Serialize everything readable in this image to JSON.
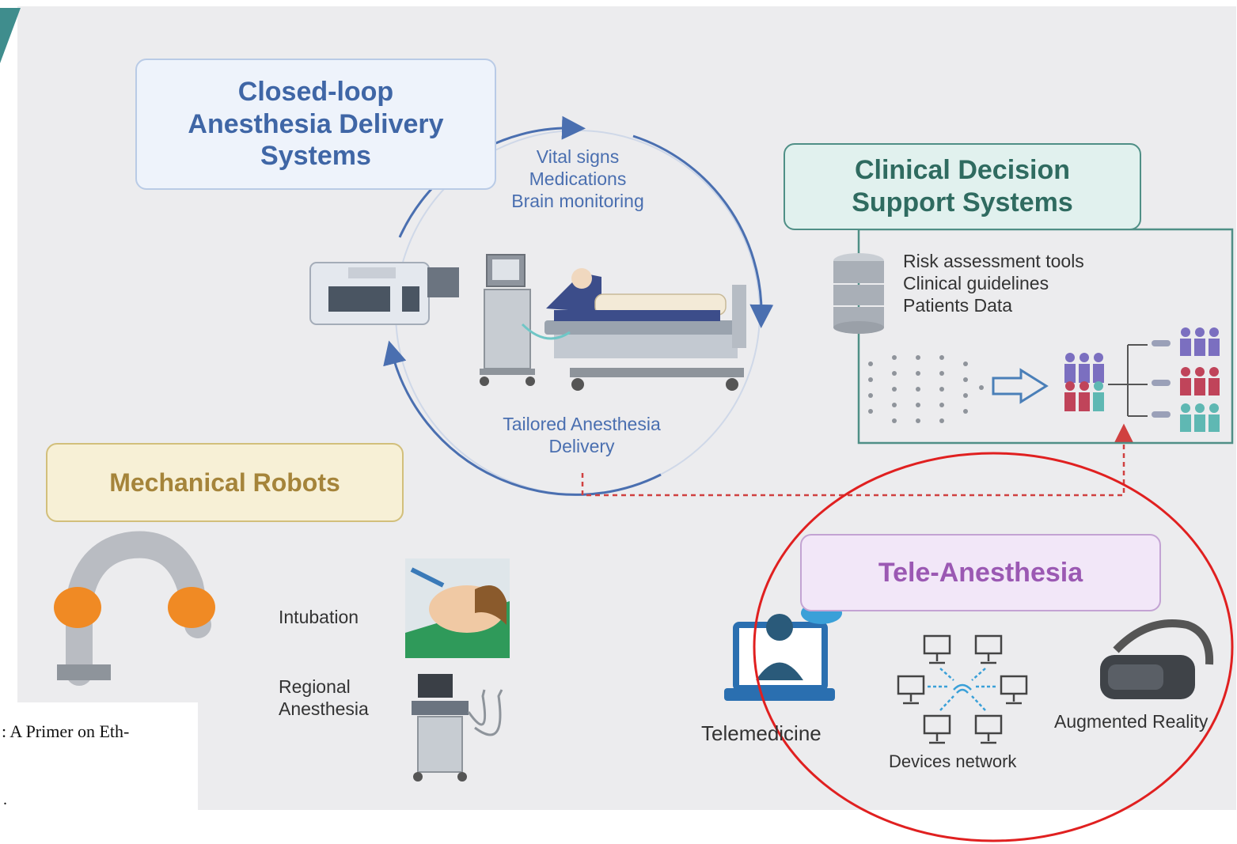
{
  "diagram": {
    "closed_loop_title": "Closed-loop\nAnesthesia Delivery\nSystems",
    "loop_inputs": "Vital signs\nMedications\nBrain monitoring",
    "loop_output": "Tailored Anesthesia\nDelivery",
    "cds_title": "Clinical Decision\nSupport Systems",
    "cds_items": "Risk assessment tools\nClinical guidelines\nPatients Data",
    "mechanical_title": "Mechanical Robots",
    "intubation_label": "Intubation",
    "regional_label": "Regional\nAnesthesia",
    "tele_title": "Tele-Anesthesia",
    "telemedicine_label": "Telemedicine",
    "devices_label": "Devices network",
    "ar_label": "Augmented Reality"
  },
  "citation_fragment": ": A Primer on Eth-",
  "citation_dot": ".",
  "colors": {
    "closed_loop": "#3f66a6",
    "cds": "#2f6b60",
    "mechanical": "#a5843a",
    "tele": "#9b59b3",
    "highlight_ellipse": "#e02020",
    "loop_arrow": "#4a6fb0"
  },
  "icons": [
    "infusion-pump-icon",
    "ventilator-icon",
    "patient-bed-icon",
    "database-icon",
    "neural-network-icon",
    "patient-groups-icon",
    "robot-arm-icon",
    "intubation-icon",
    "ultrasound-machine-icon",
    "telemedicine-laptop-icon",
    "devices-network-icon",
    "vr-headset-icon"
  ]
}
